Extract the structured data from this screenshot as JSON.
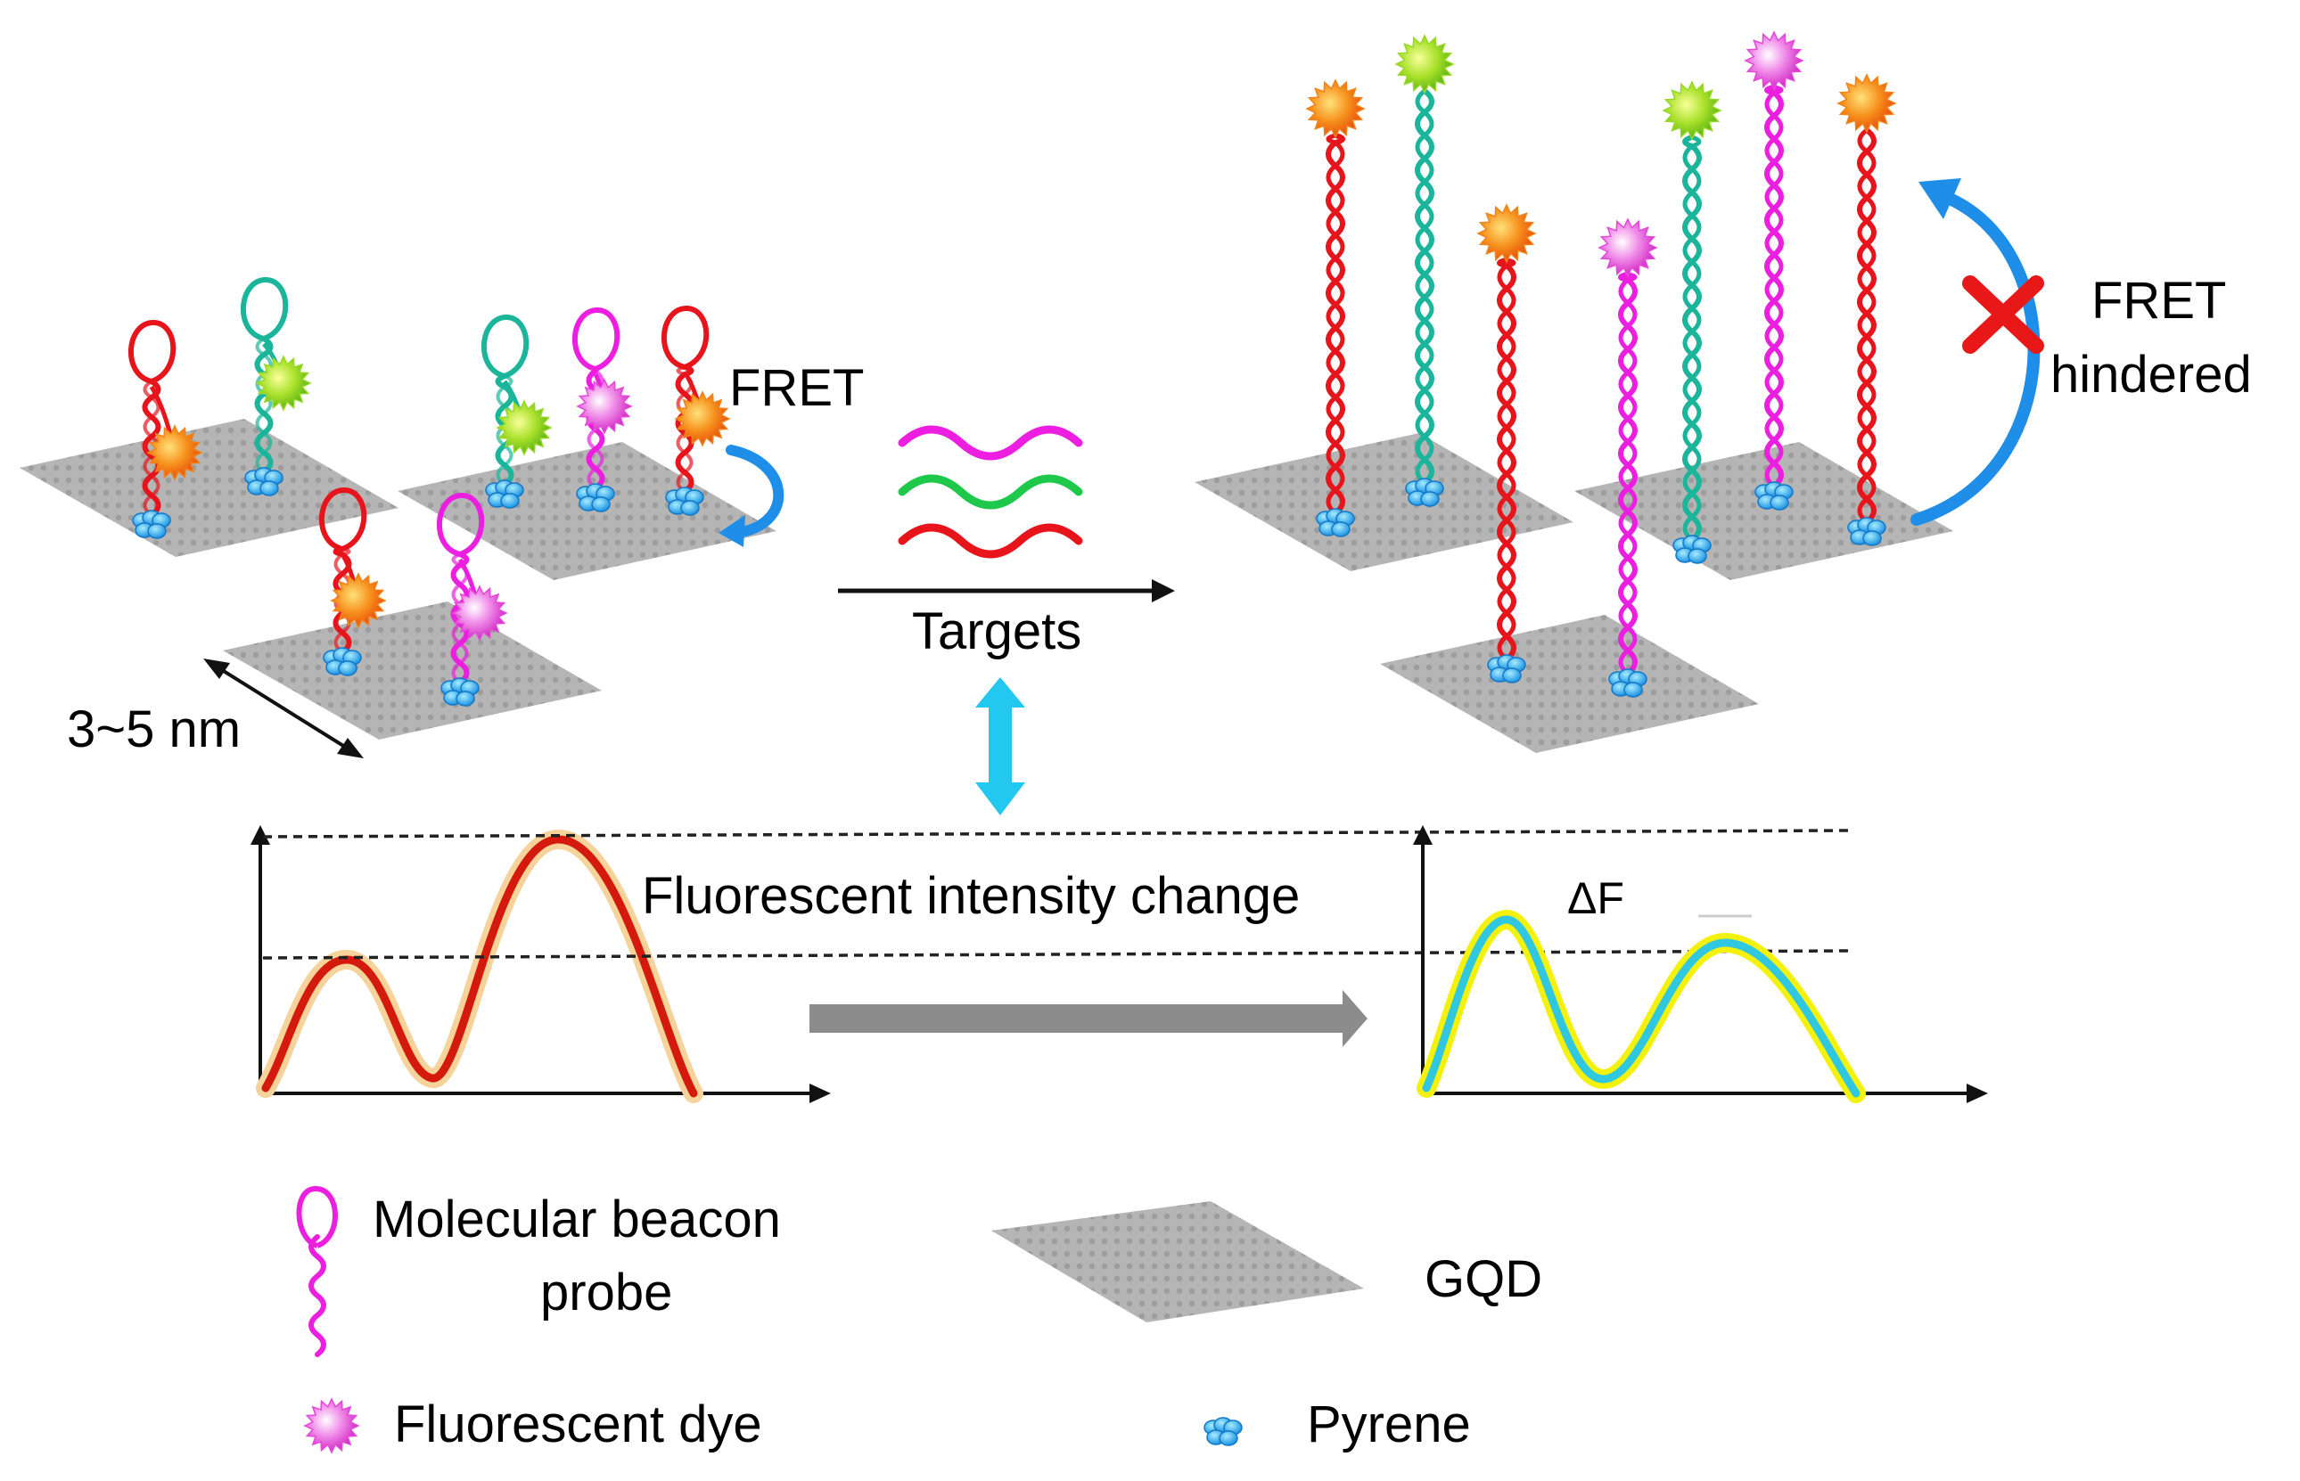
{
  "labels": {
    "size": "3~5 nm",
    "fret": "FRET",
    "targets": "Targets",
    "fret_hindered_line1": "FRET",
    "fret_hindered_line2": "hindered",
    "intensity_change": "Fluorescent intensity change",
    "delta_f": "ΔF"
  },
  "legend": {
    "beacon_line1": "Molecular beacon",
    "beacon_line2": "probe",
    "gqd": "GQD",
    "dye": "Fluorescent dye",
    "pyrene": "Pyrene"
  },
  "colors": {
    "red_strand": "#e8141c",
    "teal_strand": "#1ab59a",
    "magenta_strand": "#ec1fe0",
    "target_green": "#1ec84a",
    "dye_orange": "#f0841a",
    "dye_green": "#9ad82a",
    "dye_magenta": "#e44ad8",
    "pyrene_blue": "#2aa8e8",
    "gqd_gray": "#b4b4b4",
    "arrow_blue": "#1f8ee8",
    "double_arrow": "#22c8f0",
    "cross_red": "#e81818",
    "curve_before": "#d41a0c",
    "curve_after": "#30c8e0",
    "curve_after_glow": "#f4f20c",
    "big_arrow_gray": "#8c8c8c"
  }
}
